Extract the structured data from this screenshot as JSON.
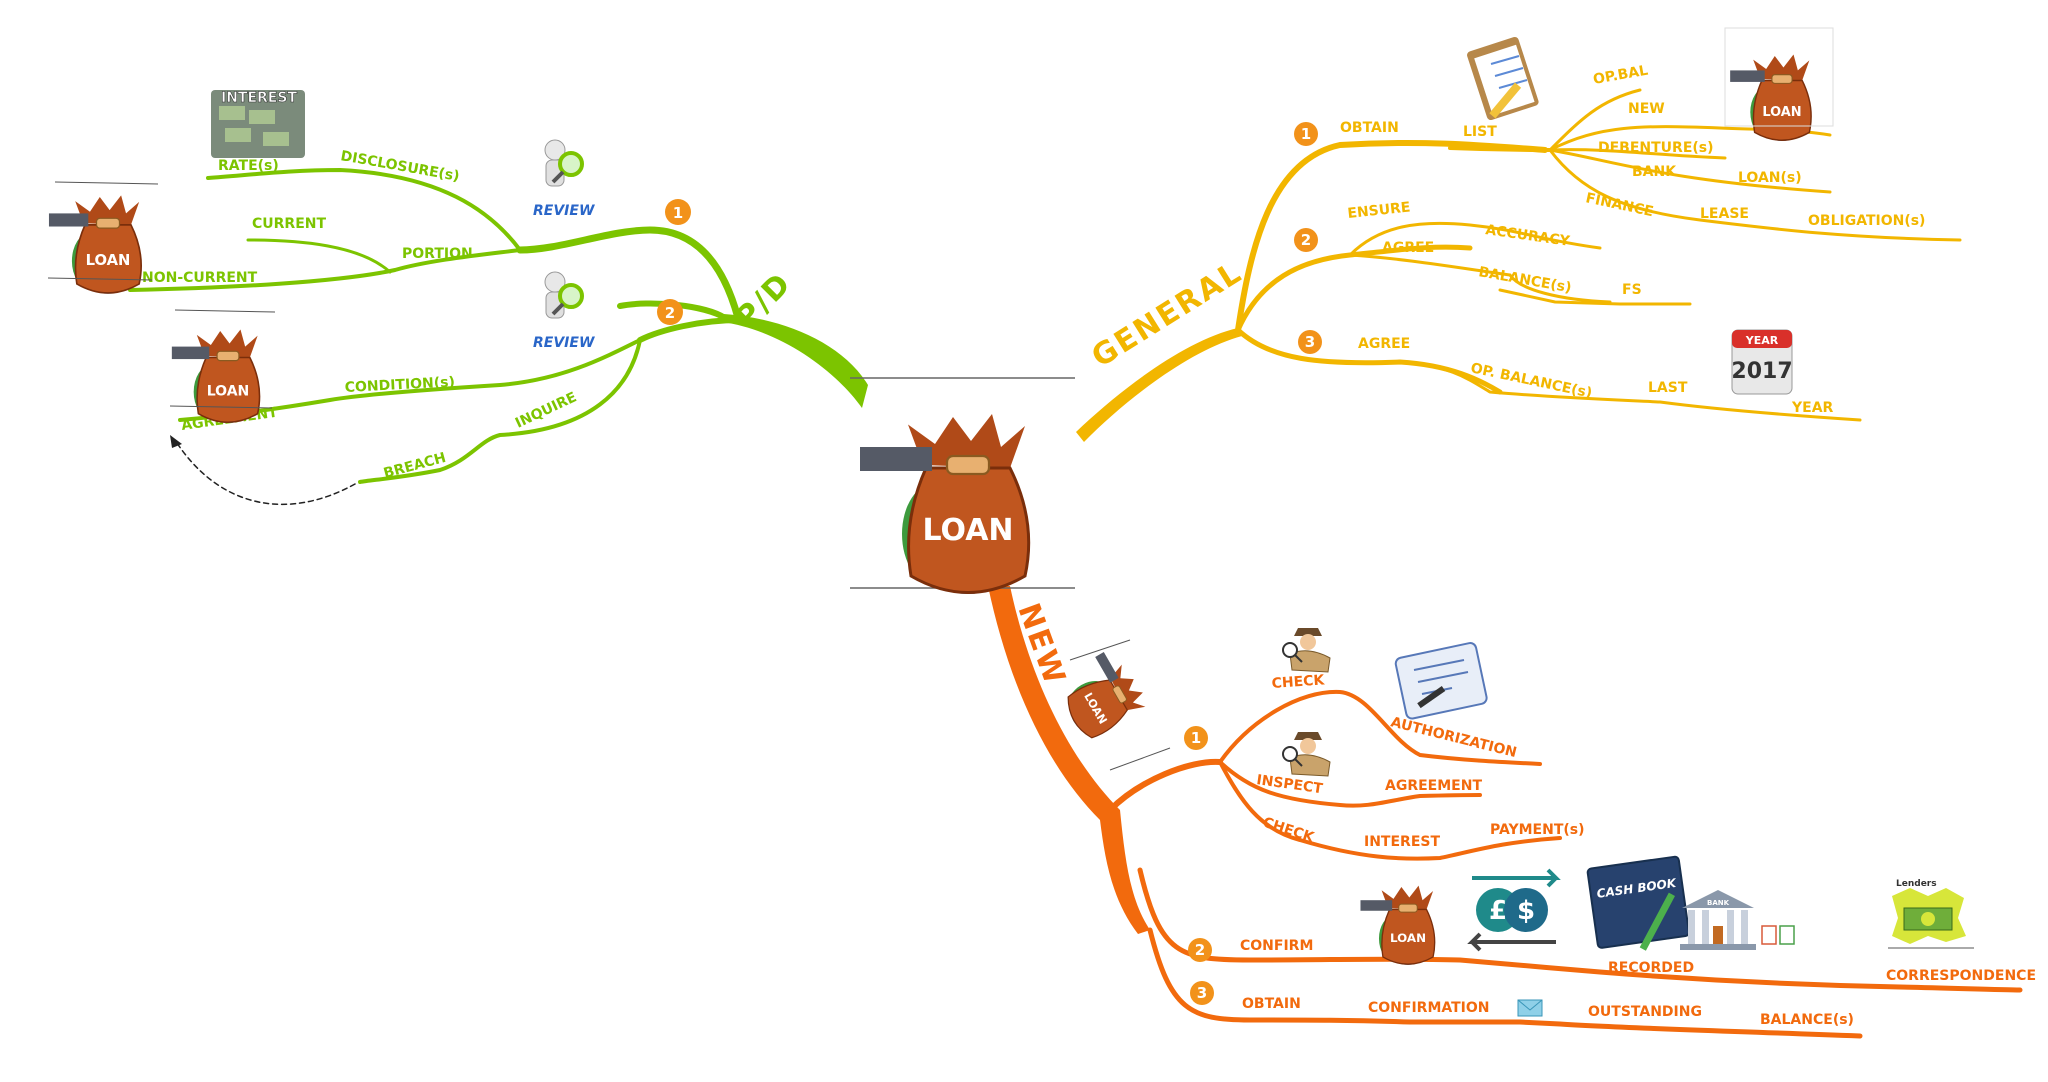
{
  "center": {
    "label": "LOAN"
  },
  "branches": {
    "pd": {
      "title": "P/D",
      "color": "#7cc400",
      "num1": "1",
      "num2": "2",
      "review1": "REVIEW",
      "review2": "REVIEW",
      "interest_image_text": "INTEREST",
      "labels": {
        "rates": "RATE(s)",
        "disclosure": "DISCLOSURE(s)",
        "current": "CURRENT",
        "portion": "PORTION",
        "non_current": "NON-CURRENT",
        "condition": "CONDITION(s)",
        "agreement": "AGREEMENT",
        "inquire": "INQUIRE",
        "breach": "BREACH"
      },
      "bag1": "LOAN",
      "bag2": "LOAN"
    },
    "general": {
      "title": "GENERAL",
      "color": "#f2b600",
      "num1": "1",
      "num2": "2",
      "num3": "3",
      "labels": {
        "obtain": "OBTAIN",
        "list": "LIST",
        "op_bal": "OP.BAL",
        "new": "NEW",
        "debenture": "DEBENTURE(s)",
        "bank": "BANK",
        "loans": "LOAN(s)",
        "finance": "FINANCE",
        "lease": "LEASE",
        "obligation": "OBLIGATION(s)",
        "ensure": "ENSURE",
        "accuracy": "ACCURACY",
        "agree": "AGREE",
        "balances": "BALANCE(s)",
        "fs": "FS",
        "agree3": "AGREE",
        "op_balances": "OP. BALANCE(s)",
        "last": "LAST",
        "year": "YEAR"
      },
      "calendar": {
        "tab": "YEAR",
        "year": "2017"
      },
      "bag": "LOAN"
    },
    "new": {
      "title": "NEW",
      "color": "#f26a0d",
      "num1": "1",
      "num2": "2",
      "num3": "3",
      "labels": {
        "check1": "CHECK",
        "authorization": "AUTHORIZATION",
        "inspect": "INSPECT",
        "agreement": "AGREEMENT",
        "check2": "CHECK",
        "interest": "INTEREST",
        "payments": "PAYMENT(s)",
        "confirm": "CONFIRM",
        "recorded": "RECORDED",
        "correspondence": "CORRESPONDENCE",
        "obtain": "OBTAIN",
        "confirmation": "CONFIRMATION",
        "outstanding": "OUTSTANDING",
        "balances": "BALANCE(s)"
      },
      "cash_book": "CASH BOOK",
      "bank_sign": "BANK",
      "lenders": "Lenders",
      "bag_small": "LOAN",
      "bag_confirm": "LOAN"
    }
  }
}
